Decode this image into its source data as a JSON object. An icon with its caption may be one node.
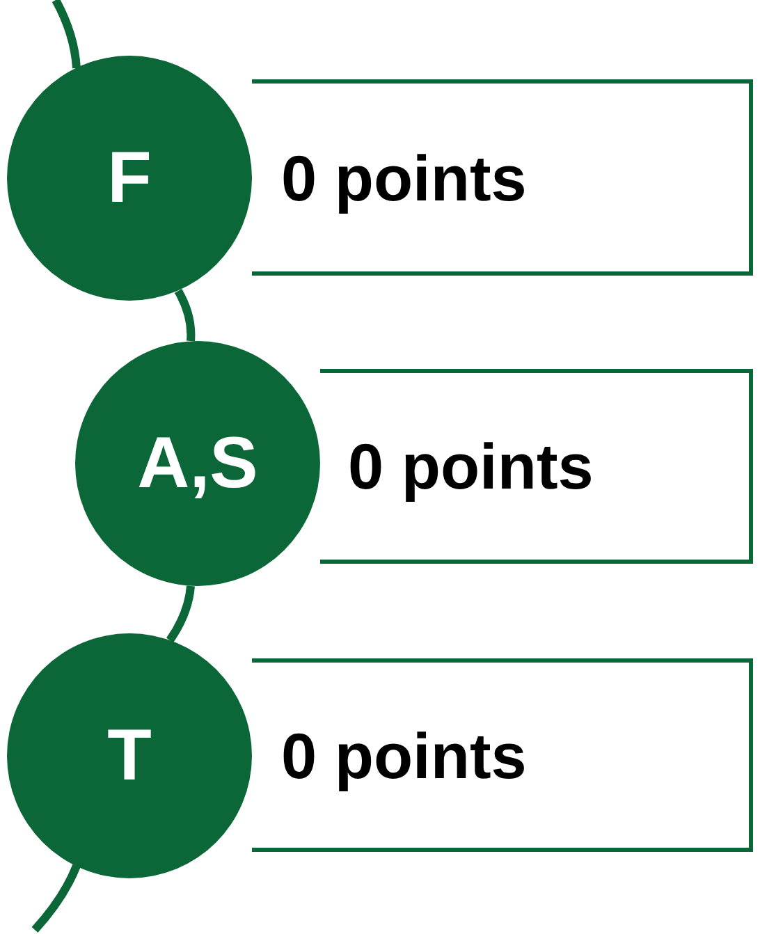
{
  "diagram": {
    "nodes": [
      {
        "text": [
          "F"
        ]
      },
      {
        "text": [
          "0 points"
        ]
      },
      {
        "text": [
          "A,S"
        ]
      },
      {
        "text": [
          "0 points"
        ]
      },
      {
        "text": [
          "T"
        ]
      },
      {
        "text": [
          "0 points"
        ]
      }
    ],
    "edges": [
      {
        "from": null,
        "to": 0,
        "arrow": "none"
      },
      {
        "from": 0,
        "to": 2,
        "arrow": "none"
      },
      {
        "from": 2,
        "to": 4,
        "arrow": "none"
      },
      {
        "from": 4,
        "to": null,
        "arrow": "none"
      }
    ]
  }
}
